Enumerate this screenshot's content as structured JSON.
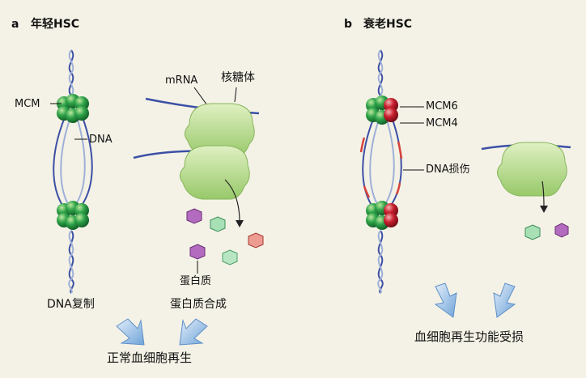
{
  "panel_a": {
    "letter": "a",
    "title": "年轻HSC",
    "mcm_label": "MCM",
    "dna_label": "DNA",
    "mrna_label": "mRNA",
    "ribosome_label": "核糖体",
    "protein_label": "蛋白质",
    "process_dna": "DNA复制",
    "process_protein": "蛋白质合成",
    "outcome": "正常血细胞再生"
  },
  "panel_b": {
    "letter": "b",
    "title": "衰老HSC",
    "mcm6_label": "MCM6",
    "mcm4_label": "MCM4",
    "damage_label": "DNA损伤",
    "outcome": "血细胞再生功能受损"
  },
  "colors": {
    "background": "#f4f2e6",
    "mcm_green": "#2fa44a",
    "mcm_red": "#c8202e",
    "dna_blue": "#3c4fa6",
    "dna_damage": "#d8433a",
    "ribosome": "#b4da86",
    "arrow_blue": "#8fb8e2"
  },
  "icons": [
    "dna-helix-icon",
    "mcm-complex-icon",
    "ribosome-icon",
    "protein-icon",
    "arrow-icon"
  ]
}
